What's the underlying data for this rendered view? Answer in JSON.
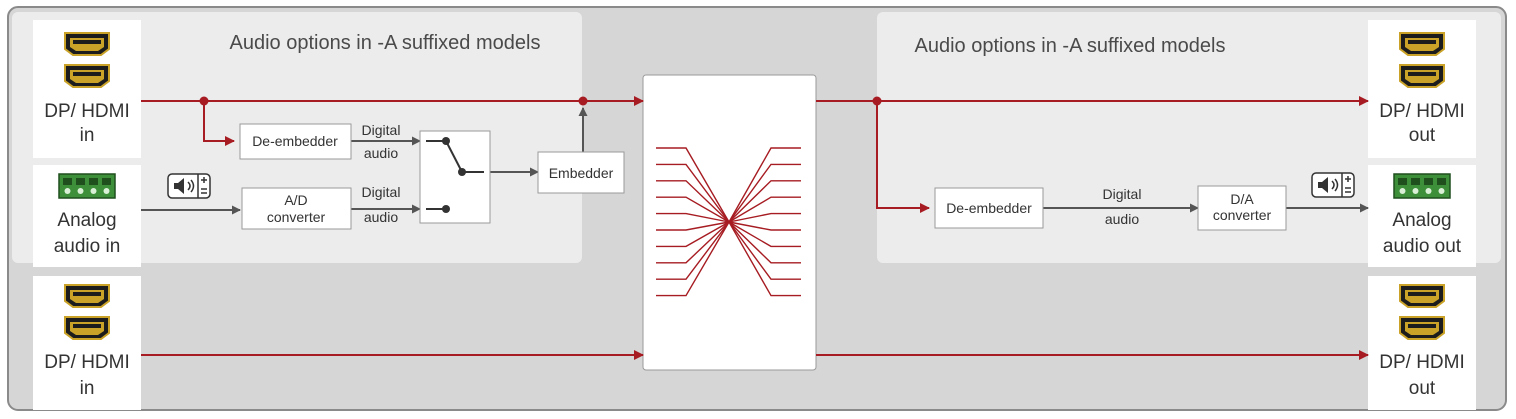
{
  "colors": {
    "signal": "#a61c22",
    "grey_line": "#555555",
    "frame_bg": "#d6d6d6",
    "panel_bg": "#ececec",
    "hdmi_gold": "#c9a227",
    "terminal_green": "#3d8f3a"
  },
  "panels": {
    "left_title": "Audio options in -A suffixed models",
    "right_title": "Audio options in -A suffixed models"
  },
  "ports": {
    "in_top": [
      "DP/ HDMI",
      "in"
    ],
    "analog_in": [
      "Analog",
      "audio in"
    ],
    "in_bottom": [
      "DP/ HDMI",
      "in"
    ],
    "out_top": [
      "DP/ HDMI",
      "out"
    ],
    "analog_out": [
      "Analog",
      "audio out"
    ],
    "out_bottom": [
      "DP/ HDMI",
      "out"
    ]
  },
  "blocks": {
    "de_embedder_left": "De-embedder",
    "ad_converter": [
      "A/D",
      "converter"
    ],
    "embedder": "Embedder",
    "de_embedder_right": "De-embedder",
    "da_converter": [
      "D/A",
      "converter"
    ]
  },
  "labels": {
    "digital_audio_1": [
      "Digital",
      "audio"
    ],
    "digital_audio_2": [
      "Digital",
      "audio"
    ],
    "digital_audio_3": [
      "Digital",
      "audio"
    ]
  },
  "icons": {
    "matrix": "crosspoint-matrix-icon",
    "volume": "speaker-volume-icon",
    "hdmi": "hdmi-connector-icon",
    "terminal": "phoenix-terminal-icon",
    "switch": "audio-select-switch-icon"
  }
}
